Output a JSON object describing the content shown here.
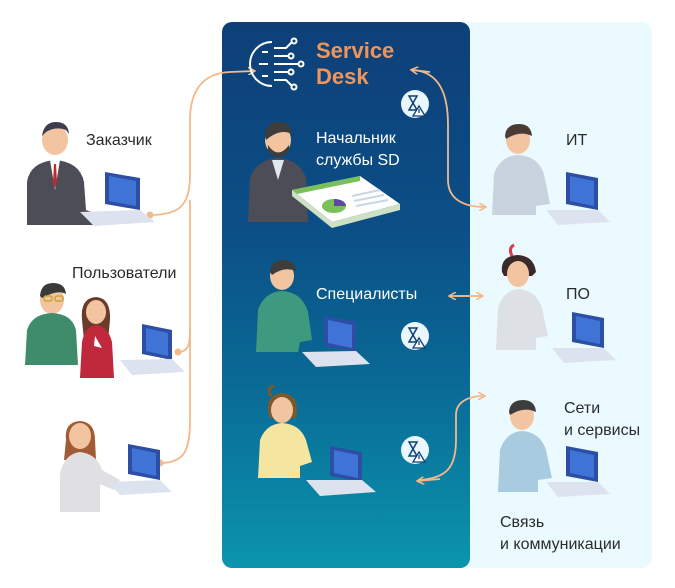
{
  "logo": {
    "text": "Service\nDesk",
    "color": "#f0955a",
    "icon": "circuit-brain-icon"
  },
  "left_group": {
    "customer": "Заказчик",
    "users": "Пользователи"
  },
  "center_group": {
    "head": "Начальник\nслужбы SD",
    "specialists": "Специалисты"
  },
  "right_group": {
    "it": "ИТ",
    "software": "ПО",
    "networks": "Сети\nи сервисы",
    "communications": "Связь\nи коммуникации"
  },
  "colors": {
    "panel_top": "#0e3f78",
    "panel_bottom": "#0b95ad",
    "right_panel": "#eafaff",
    "connector": "#f3b98a",
    "sla_badge": "#e9f6fb"
  }
}
